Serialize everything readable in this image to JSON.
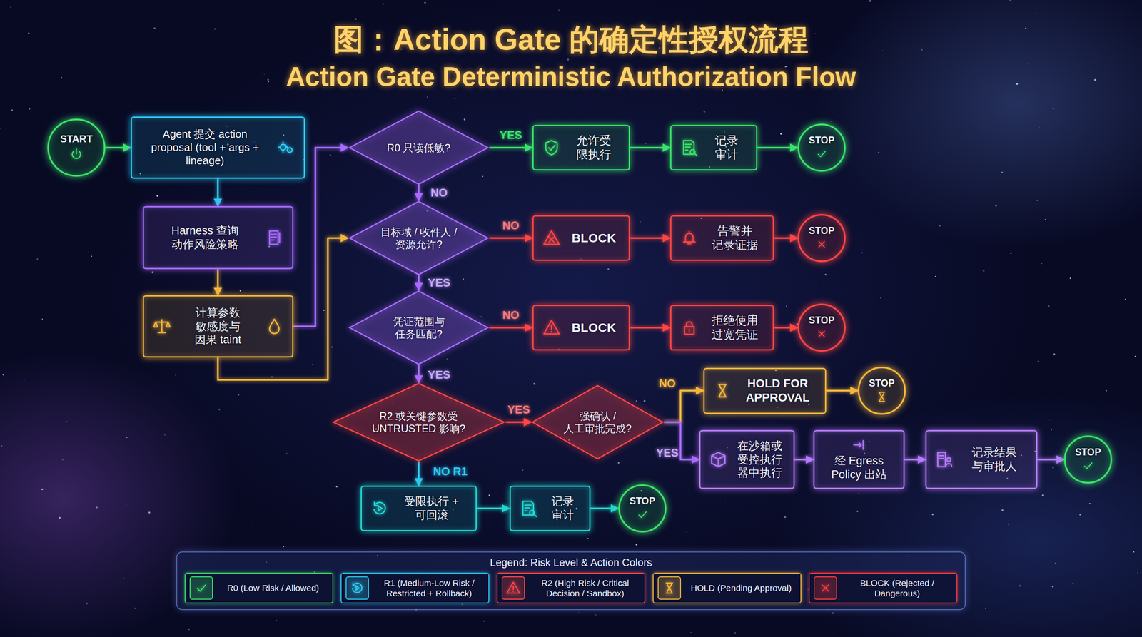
{
  "diagram": {
    "title": "图：Action Gate 的确定性授权流程",
    "nodes": [
      {
        "text": [
          "START"
        ]
      },
      {
        "text": [
          "Agent 提交 action proposal (tool + args + lineage)"
        ]
      },
      {
        "text": [
          "Harness 查询 动作风险策略"
        ]
      },
      {
        "text": [
          "计算参数 敏感度与 因果 taint"
        ]
      },
      {
        "text": [
          "R0 只读低敏?"
        ]
      },
      {
        "text": [
          "允许受 限执行"
        ]
      },
      {
        "text": [
          "记录 审计"
        ]
      },
      {
        "text": [
          "STOP"
        ]
      },
      {
        "text": [
          "目标域 / 收件人 / 资源允许?"
        ]
      },
      {
        "text": [
          "BLOCK"
        ]
      },
      {
        "text": [
          "告警并 记录证据"
        ]
      },
      {
        "text": [
          "STOP"
        ]
      },
      {
        "text": [
          "凭证范围与 任务匹配?"
        ]
      },
      {
        "text": [
          "BLOCK"
        ]
      },
      {
        "text": [
          "拒绝使用 过宽凭证"
        ]
      },
      {
        "text": [
          "STOP"
        ]
      },
      {
        "text": [
          "R2 或关键参数受 UNTRUSTED 影响?"
        ]
      },
      {
        "text": [
          "强确认 / 人工审批完成?"
        ]
      },
      {
        "text": [
          "HOLD FOR APPROVAL"
        ]
      },
      {
        "text": [
          "STOP"
        ]
      },
      {
        "text": [
          "在沙箱或 受控执行 器中执行"
        ]
      },
      {
        "text": [
          "经 Egress Policy 出站"
        ]
      },
      {
        "text": [
          "记录结果 与审批人"
        ]
      },
      {
        "text": [
          "STOP"
        ]
      },
      {
        "text": [
          "受限执行 + 可回滚"
        ]
      },
      {
        "text": [
          "记录 审计"
        ]
      },
      {
        "text": [
          "STOP"
        ]
      }
    ],
    "edges": [
      {
        "from": 0,
        "to": 1,
        "arrow": "to"
      },
      {
        "from": 1,
        "to": 2,
        "arrow": "to"
      },
      {
        "from": 2,
        "to": 3,
        "arrow": "to"
      },
      {
        "from": 3,
        "to": 4,
        "arrow": "to"
      },
      {
        "from": 3,
        "to": 8,
        "arrow": "to"
      },
      {
        "from": 4,
        "to": 5,
        "label": "YES",
        "arrow": "to"
      },
      {
        "from": 5,
        "to": 6,
        "arrow": "to"
      },
      {
        "from": 6,
        "to": 7,
        "arrow": "to"
      },
      {
        "from": 4,
        "to": 8,
        "label": "NO",
        "arrow": "to"
      },
      {
        "from": 8,
        "to": 9,
        "label": "NO",
        "arrow": "to"
      },
      {
        "from": 9,
        "to": 10,
        "arrow": "to"
      },
      {
        "from": 10,
        "to": 11,
        "arrow": "to"
      },
      {
        "from": 8,
        "to": 12,
        "label": "YES",
        "arrow": "to"
      },
      {
        "from": 12,
        "to": 13,
        "label": "NO",
        "arrow": "to"
      },
      {
        "from": 13,
        "to": 14,
        "arrow": "to"
      },
      {
        "from": 14,
        "to": 15,
        "arrow": "to"
      },
      {
        "from": 12,
        "to": 16,
        "label": "YES",
        "arrow": "to"
      },
      {
        "from": 16,
        "to": 17,
        "label": "YES",
        "arrow": "to"
      },
      {
        "from": 17,
        "to": 18,
        "label": "NO",
        "arrow": "to"
      },
      {
        "from": 18,
        "to": 19,
        "arrow": "to"
      },
      {
        "from": 17,
        "to": 20,
        "label": "YES",
        "arrow": "to"
      },
      {
        "from": 20,
        "to": 21,
        "arrow": "to"
      },
      {
        "from": 21,
        "to": 22,
        "arrow": "to"
      },
      {
        "from": 22,
        "to": 23,
        "arrow": "to"
      },
      {
        "from": 16,
        "to": 24,
        "label": "NO R1",
        "arrow": "to"
      },
      {
        "from": 24,
        "to": 25,
        "arrow": "to"
      },
      {
        "from": 25,
        "to": 26,
        "arrow": "to"
      }
    ],
    "labels": [
      "Action Gate Deterministic Authorization Flow",
      "Legend: Risk Level & Action Colors"
    ],
    "legend": [
      {
        "text": "R0 (Low Risk / Allowed)",
        "color": "#3be26c"
      },
      {
        "text": "R1 (Medium-Low Risk / Restricted + Rollback)",
        "color": "#2ecbf2"
      },
      {
        "text": "R2 (High Risk / Critical Decision / Sandbox)",
        "color": "#ff4a4a"
      },
      {
        "text": "HOLD (Pending Approval)",
        "color": "#f4b63e"
      },
      {
        "text": "BLOCK (Rejected / Dangerous)",
        "color": "#ff3b3b"
      }
    ]
  }
}
